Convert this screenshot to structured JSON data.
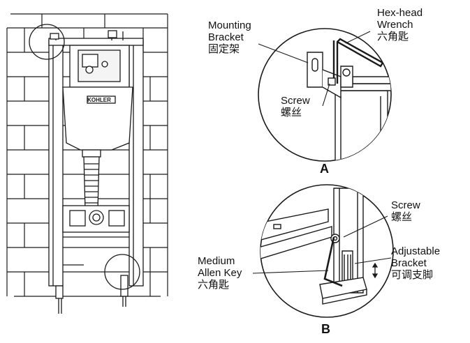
{
  "frame_brand": "KOHLER",
  "callout_a": {
    "caption": "A",
    "mounting_bracket": {
      "en_line1": "Mounting",
      "en_line2": "Bracket",
      "zh": "固定架"
    },
    "hex_wrench": {
      "en_line1": "Hex-head",
      "en_line2": "Wrench",
      "zh": "六角匙"
    },
    "screw": {
      "en": "Screw",
      "zh": "螺丝"
    }
  },
  "callout_b": {
    "caption": "B",
    "screw": {
      "en": "Screw",
      "zh": "螺丝"
    },
    "adjustable_bracket": {
      "en_line1": "Adjustable",
      "en_line2": "Bracket",
      "zh": "可调支脚"
    },
    "allen_key": {
      "en_line1": "Medium",
      "en_line2": "Allen Key",
      "zh": "六角匙"
    }
  },
  "colors": {
    "line": "#1a1a1a",
    "background": "#ffffff"
  }
}
